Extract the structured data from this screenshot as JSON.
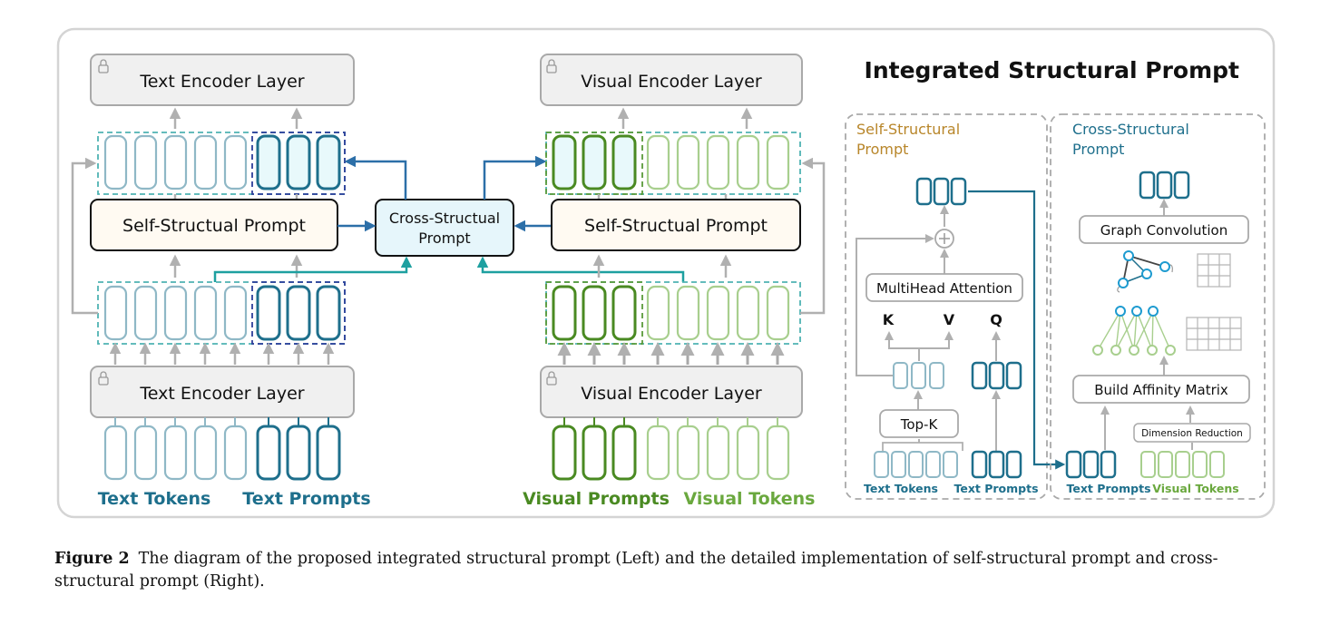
{
  "title": "Integrated Structural Prompt",
  "left": {
    "text_encoder_top": "Text Encoder Layer",
    "visual_encoder_top": "Visual Encoder Layer",
    "self_structural_text": "Self-Structual Prompt",
    "self_structural_visual": "Self-Structual Prompt",
    "cross_structural_line1": "Cross-Structual",
    "cross_structural_line2": "Prompt",
    "text_encoder_bottom": "Text Encoder Layer",
    "visual_encoder_bottom": "Visual Encoder Layer",
    "text_tokens": "Text Tokens",
    "text_prompts": "Text Prompts",
    "visual_prompts": "Visual Prompts",
    "visual_tokens": "Visual Tokens"
  },
  "self_panel": {
    "title_line1": "Self-Structural",
    "title_line2": "Prompt",
    "multihead": "MultiHead Attention",
    "k": "K",
    "v": "V",
    "q": "Q",
    "topk": "Top-K",
    "text_tokens": "Text Tokens",
    "text_prompts": "Text Prompts"
  },
  "cross_panel": {
    "title_line1": "Cross-Structural",
    "title_line2": "Prompt",
    "graph_conv": "Graph Convolution",
    "affinity": "Build Affinity Matrix",
    "dim_reduction": "Dimension Reduction",
    "text_prompts": "Text Prompts",
    "visual_tokens": "Visual Tokens"
  },
  "caption": {
    "label": "Figure 2",
    "text": "The diagram of the proposed integrated structural prompt (Left) and the detailed implementation of self-structural prompt and cross-structural prompt (Right)."
  },
  "colors": {
    "text_token": "#8fb8c6",
    "text_prompt": "#1e6f8c",
    "visual_prompt": "#4a8a22",
    "visual_token": "#a8cf8e",
    "arrow_gray": "#b0b0b0",
    "arrow_blue": "#2c6fa8",
    "arrow_teal": "#1ea0a0",
    "self_title": "#b8862a",
    "cross_title": "#1e6f8c"
  }
}
